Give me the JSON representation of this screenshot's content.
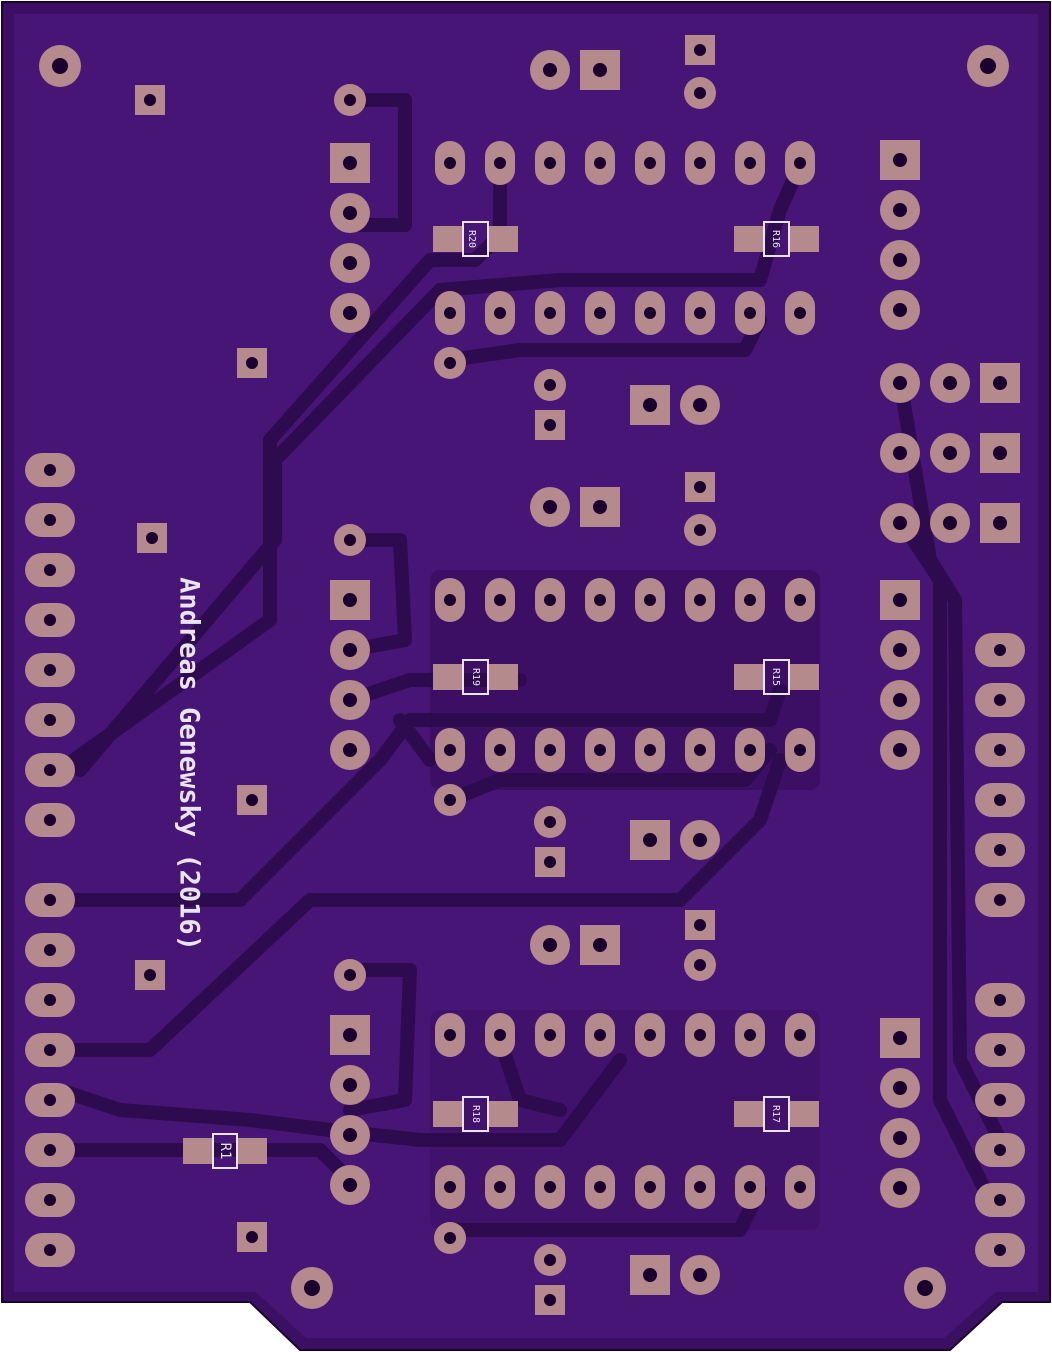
{
  "board": {
    "credit": "Andreas Genewsky (2016)",
    "colors": {
      "substrate": "#3b1062",
      "mask": "#471575",
      "trace": "#4c1a7d",
      "clearance": "#2e0a4e",
      "pad": "#b48a8c",
      "hole": "#1a0030",
      "silk": "#e8e4f0"
    }
  },
  "resistors": {
    "r20": "R20",
    "r16": "R16",
    "r19": "R19",
    "r15": "R15",
    "r18": "R18",
    "r17": "R17",
    "r1": "R1"
  }
}
